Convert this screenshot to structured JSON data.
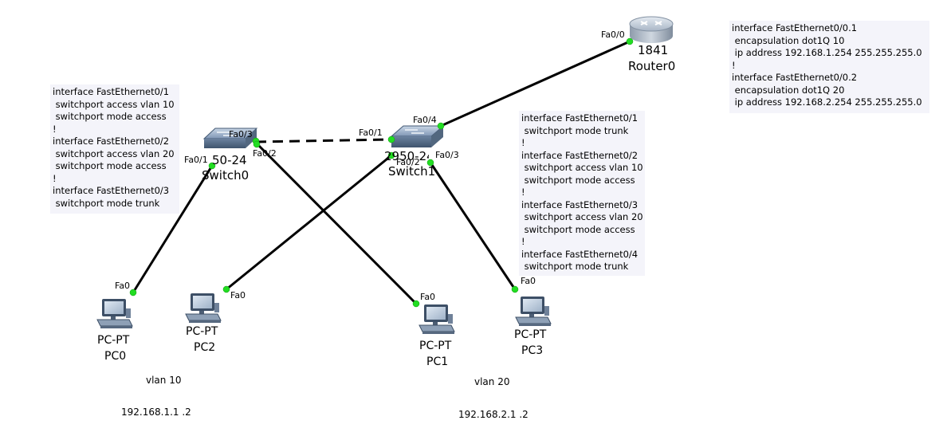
{
  "notes": {
    "left": "interface FastEthernet0/1\n switchport access vlan 10\n switchport mode access\n!\ninterface FastEthernet0/2\n switchport access vlan 20\n switchport mode access\n!\ninterface FastEthernet0/3\n switchport mode trunk",
    "middle": "interface FastEthernet0/1\n switchport mode trunk\n!\ninterface FastEthernet0/2\n switchport access vlan 10\n switchport mode access\n!\ninterface FastEthernet0/3\n switchport access vlan 20\n switchport mode access\n!\ninterface FastEthernet0/4\n switchport mode trunk",
    "right": "interface FastEthernet0/0.1\n encapsulation dot1Q 10\n ip address 192.168.1.254 255.255.255.0\n!\ninterface FastEthernet0/0.2\n encapsulation dot1Q 20\n ip address 192.168.2.254 255.255.255.0"
  },
  "devices": {
    "router": {
      "model": "1841",
      "name": "Router0"
    },
    "switch0": {
      "model": "50-24",
      "name": "Switch0"
    },
    "switch1": {
      "model": "2950-24",
      "name": "Switch1"
    },
    "pc0": {
      "type": "PC-PT",
      "name": "PC0"
    },
    "pc1": {
      "type": "PC-PT",
      "name": "PC1"
    },
    "pc2": {
      "type": "PC-PT",
      "name": "PC2"
    },
    "pc3": {
      "type": "PC-PT",
      "name": "PC3"
    }
  },
  "ports": {
    "router_fa00": "Fa0/0",
    "s0_fa03": "Fa0/3",
    "s0_fa02": "Fa0/2",
    "s0_fa01": "Fa0/1",
    "s1_fa01": "Fa0/1",
    "s1_fa04": "Fa0/4",
    "s1_fa02": "Fa0/2",
    "s1_fa03": "Fa0/3",
    "pc0_fa0": "Fa0",
    "pc2_fa0": "Fa0",
    "pc1_fa0": "Fa0",
    "pc3_fa0": "Fa0"
  },
  "labels": {
    "vlan10": "vlan 10",
    "vlan20": "vlan 20",
    "net1": "192.168.1.1 .2",
    "net2": "192.168.2.1 .2"
  },
  "colors": {
    "link": "#000000",
    "port_dot": "#22dd22",
    "note_bg": "#f4f4fa"
  }
}
